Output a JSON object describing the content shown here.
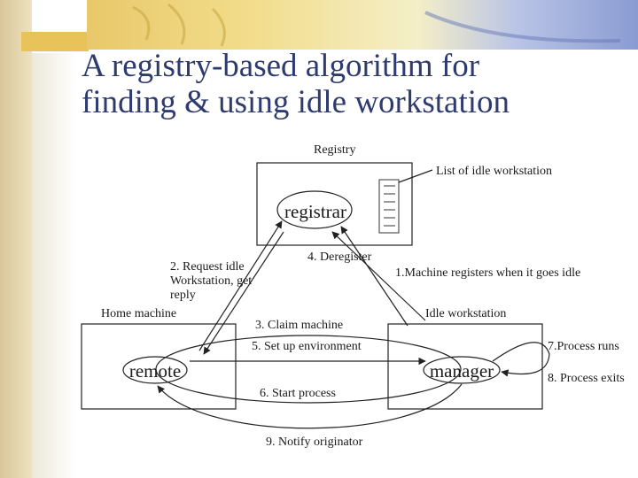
{
  "slide": {
    "title_line1": "A registry-based algorithm for",
    "title_line2": "finding & using idle workstation"
  },
  "diagram": {
    "registry_label": "Registry",
    "list_label": "List of idle workstation",
    "registrar_label": "registrar",
    "home_machine_label": "Home machine",
    "remote_label": "remote",
    "idle_workstation_label": "Idle workstation",
    "manager_label": "manager",
    "steps": {
      "step1": "1.Machine registers when it goes idle",
      "step2_line1": "2. Request idle",
      "step2_line2": "Workstation, get",
      "step2_line3": "reply",
      "step3": "3. Claim machine",
      "step4": "4. Deregister",
      "step5": "5. Set up environment",
      "step6": "6. Start process",
      "step7": "7.Process runs",
      "step8": "8. Process exits",
      "step9": "9. Notify originator"
    }
  },
  "colors": {
    "title": "#2e3b6e",
    "line": "#222222"
  }
}
